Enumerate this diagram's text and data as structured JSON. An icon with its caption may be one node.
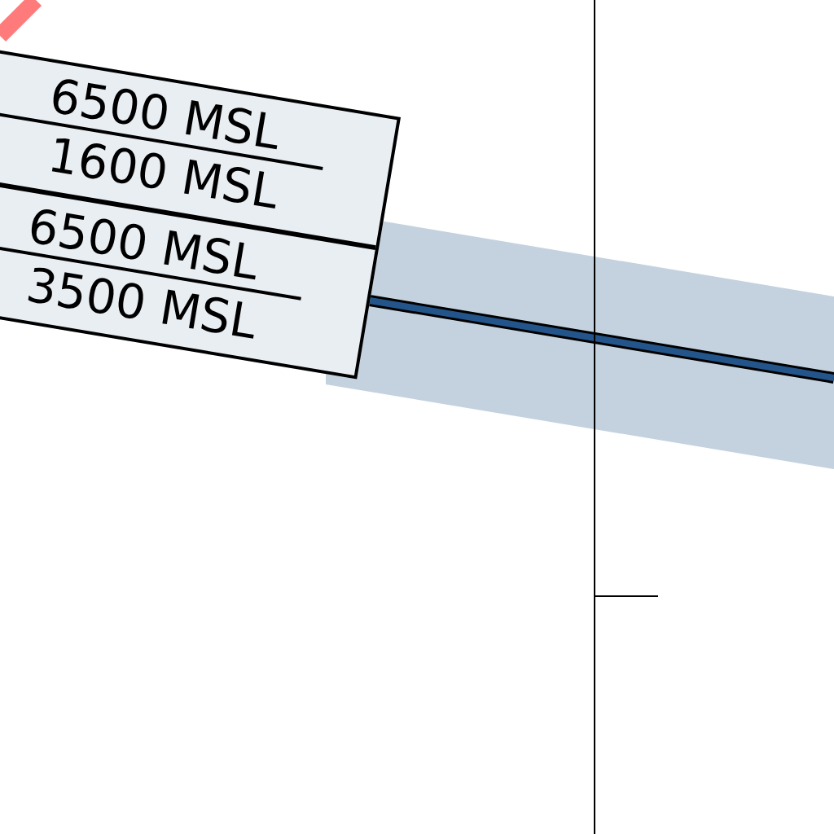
{
  "diagram": {
    "nodes": [
      {
        "text": [
          "6500 MSL",
          "1600 MSL"
        ]
      },
      {
        "text": [
          "6500 MSL",
          "3500 MSL"
        ]
      }
    ]
  }
}
